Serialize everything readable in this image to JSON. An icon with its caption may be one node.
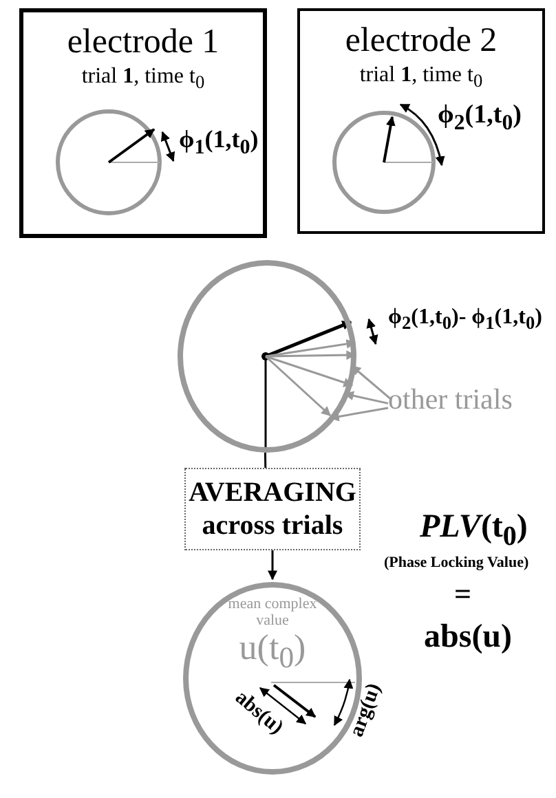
{
  "diagram": {
    "nodes": [
      {
        "text": [
          "electrode 1",
          "trial **1**, time t$_{0}$"
        ]
      },
      {
        "text": [
          "electrode 2",
          "trial **1**, time t$_{0}$"
        ]
      },
      {
        "text": [],
        "shape": "circle"
      },
      {
        "text": [
          "other trials"
        ]
      },
      {
        "text": [
          "AVERAGING across trials"
        ]
      },
      {
        "text": [
          "mean complex value",
          "u(t$_{0}$)"
        ]
      }
    ],
    "edges": [
      {
        "from": 2,
        "to": 4,
        "arrow": "none",
        "color": "#000000"
      },
      {
        "from": 4,
        "to": 5,
        "arrow": "to",
        "color": "#000000"
      },
      {
        "from": 3,
        "to": 2,
        "arrow": "to"
      },
      {
        "from": 3,
        "to": 2,
        "arrow": "to"
      },
      {
        "from": 3,
        "to": 2,
        "arrow": "to"
      }
    ],
    "labels": [
      "ϕ$_{1}$(**1**,t$_{0}$)",
      "ϕ$_{2}$(**1**,t$_{0}$)",
      "ϕ$_{2}$(1,t$_{0}$)- ϕ$_{1}$(1,t$_{0}$)",
      "*PLV*(t$_{0}$)",
      "(Phase Locking Value)",
      "=",
      "abs(u)",
      "abs(u)",
      "arg(u)"
    ]
  }
}
